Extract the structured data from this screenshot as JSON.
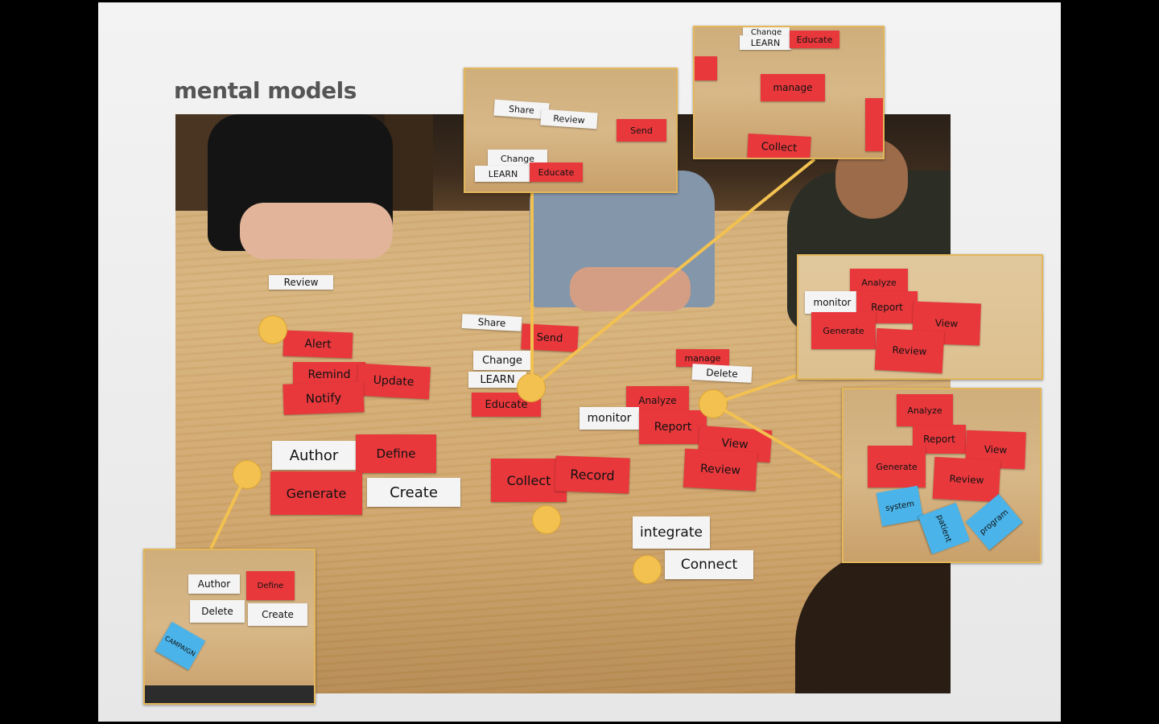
{
  "slide": {
    "title": "mental models"
  },
  "main_photo": {
    "cards": {
      "review": "Review",
      "alert": "Alert",
      "remind": "Remind",
      "update": "Update",
      "notify": "Notify",
      "author": "Author",
      "define": "Define",
      "generate": "Generate",
      "create": "Create",
      "share": "Share",
      "send": "Send",
      "change": "Change",
      "learn": "LEARN",
      "educate": "Educate",
      "collect": "Collect",
      "record": "Record",
      "integrate": "integrate",
      "connect": "Connect",
      "manage": "manage",
      "delete": "Delete",
      "analyze": "Analyze",
      "monitor": "monitor",
      "report": "Report",
      "view": "View",
      "review2": "Review"
    }
  },
  "insets": {
    "top_left": {
      "share": "Share",
      "review": "Review",
      "send": "Send",
      "change": "Change",
      "learn": "LEARN",
      "educate": "Educate"
    },
    "top_right": {
      "change": "Change",
      "learn": "LEARN",
      "educate": "Educate",
      "manage": "manage",
      "collect": "Collect"
    },
    "right_upper": {
      "analyze": "Analyze",
      "monitor": "monitor",
      "report": "Report",
      "view": "View",
      "generate": "Generate",
      "review": "Review"
    },
    "right_lower": {
      "analyze": "Analyze",
      "report": "Report",
      "view": "View",
      "generate": "Generate",
      "review": "Review",
      "system": "system",
      "patient": "patient",
      "program": "program"
    },
    "bottom_left": {
      "author": "Author",
      "define": "Define",
      "delete": "Delete",
      "create": "Create",
      "campaign": "CAMPAIGN"
    }
  },
  "colors": {
    "red_card": "#e8383c",
    "white_card": "#f4f4f4",
    "blue_card": "#4ab4ea",
    "highlight": "#f2c150"
  }
}
